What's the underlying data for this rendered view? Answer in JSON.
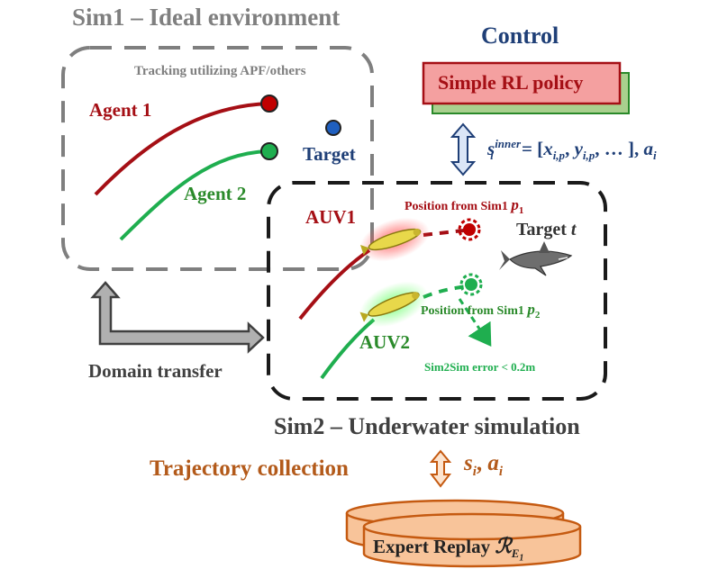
{
  "colors": {
    "dark_red": "#a50f15",
    "green": "#1fae4f",
    "dark_green": "#2a8a2a",
    "navy": "#1f3f77",
    "gray": "#7f7f7f",
    "dark_gray": "#404040",
    "orange_text": "#b35a1a",
    "pink_fill": "#f4a0a0",
    "green_shadow": "#a9d08e",
    "cylinder_fill": "#f8c49a",
    "cylinder_stroke": "#c55a11",
    "arrow_blue": "#dbe6f7"
  },
  "sim1": {
    "title": "Sim1 – Ideal environment",
    "subtitle": "Tracking utilizing APF/others",
    "agent1": "Agent 1",
    "agent2": "Agent 2",
    "target": "Target"
  },
  "control": {
    "title": "Control",
    "policy": "Simple RL policy",
    "state_eq": "s_i^inner = [x_{i,p}, y_{i,p}, …], a_i",
    "state_symbol": "s",
    "state_sub": "i",
    "state_sup": "inner",
    "state_rhs_1": " = [",
    "x_var": "x",
    "x_sub": "i,p",
    "sep1": ", ",
    "y_var": "y",
    "y_sub": "i,p",
    "state_rhs_2": ", … ], ",
    "a_var": "a",
    "a_sub": "i"
  },
  "sim2": {
    "title": "Sim2 – Underwater simulation",
    "auv1": "AUV1",
    "auv2": "AUV2",
    "pos1_text": "Position from Sim1 ",
    "pos1_var": "p",
    "pos1_sub": "1",
    "pos2_text": "Position from Sim1 ",
    "pos2_var": "p",
    "pos2_sub": "2",
    "target_text": "Target ",
    "target_var": "t",
    "error": "Sim2Sim error < 0.2m"
  },
  "domain_transfer": "Domain transfer",
  "trajectory": {
    "label": "Trajectory collection",
    "s_var": "s",
    "s_sub": "i",
    "comma": ", ",
    "a_var": "a",
    "a_sub": "i"
  },
  "replay": {
    "label": "Expert Replay ",
    "symbol": "ℛ",
    "sub": "E",
    "subsub": "1"
  }
}
